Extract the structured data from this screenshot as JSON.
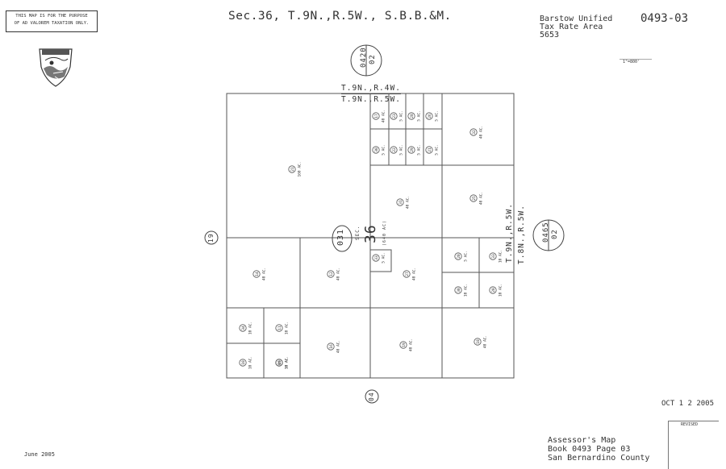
{
  "header": {
    "notice_line1": "THIS MAP IS FOR THE PURPOSE",
    "notice_line2": "OF AD VALOREM TAXATION ONLY.",
    "title": "Sec.36, T.9N.,R.5W., S.B.B.&M.",
    "district_line1": "Barstow Unified",
    "district_line2": "Tax Rate Area",
    "district_line3": "5653",
    "map_code": "0493-03"
  },
  "township": {
    "north_line1": "T.9N.,R.4W.",
    "north_line2": "T.9N.,R.5W.",
    "east_line1": "T.9N.,R.5W.",
    "east_line2": "T.8N.,R.5W."
  },
  "section": {
    "label": "SEC.",
    "number": "36",
    "area": "(640 AC)"
  },
  "book_refs": {
    "top": {
      "page": "0420",
      "sub": "02"
    },
    "right": {
      "page": "0465",
      "sub": "02"
    },
    "left": "19",
    "bottom": "04",
    "center": "031"
  },
  "parcels": [
    {
      "num": "21",
      "acres": "160 AC."
    },
    {
      "num": "32",
      "acres": "40 AC."
    },
    {
      "num": "31",
      "acres": "40 AC."
    },
    {
      "num": "25",
      "acres": "40 AC."
    },
    {
      "num": "14",
      "acres": "40 AC."
    },
    {
      "num": "12",
      "acres": "40 AC."
    },
    {
      "num": "27",
      "acres": "40 AC."
    },
    {
      "num": "16",
      "acres": "40 AC."
    },
    {
      "num": "19",
      "acres": "40 AC."
    },
    {
      "num": "18",
      "acres": "40 AC."
    },
    {
      "num": "17",
      "acres": "40 AC."
    },
    {
      "num": "23",
      "acres": "5 AC."
    },
    {
      "num": "28",
      "acres": "5 AC."
    },
    {
      "num": "26",
      "acres": "5 AC."
    },
    {
      "num": "30",
      "acres": "5 AC."
    },
    {
      "num": "22",
      "acres": "5 AC."
    },
    {
      "num": "29",
      "acres": "5 AC."
    },
    {
      "num": "21",
      "acres": "5 AC."
    },
    {
      "num": "33",
      "acres": "5 AC."
    },
    {
      "num": "20",
      "acres": "5 AC."
    },
    {
      "num": "33",
      "acres": "10 AC."
    },
    {
      "num": "30",
      "acres": "10 AC."
    },
    {
      "num": "20",
      "acres": "10 AC."
    },
    {
      "num": "34",
      "acres": "10 AC."
    },
    {
      "num": "11",
      "acres": "10 AC."
    },
    {
      "num": "10",
      "acres": "10 AC."
    },
    {
      "num": "15",
      "acres": "10 AC."
    },
    {
      "num": "09",
      "acres": "10 AC."
    }
  ],
  "scale_label": "1\"=800'",
  "date_stamp": "OCT 1 2 2005",
  "revised_label": "REVISED",
  "bottom_left_date": "June 2005",
  "footer": {
    "line1": "Assessor's Map",
    "line2": "Book 0493 Page 03",
    "line3": "San Bernardino County"
  },
  "colors": {
    "ink": "#333333",
    "line": "#555555",
    "paper": "#ffffff"
  },
  "icons": {
    "seal": "county-seal-icon"
  }
}
